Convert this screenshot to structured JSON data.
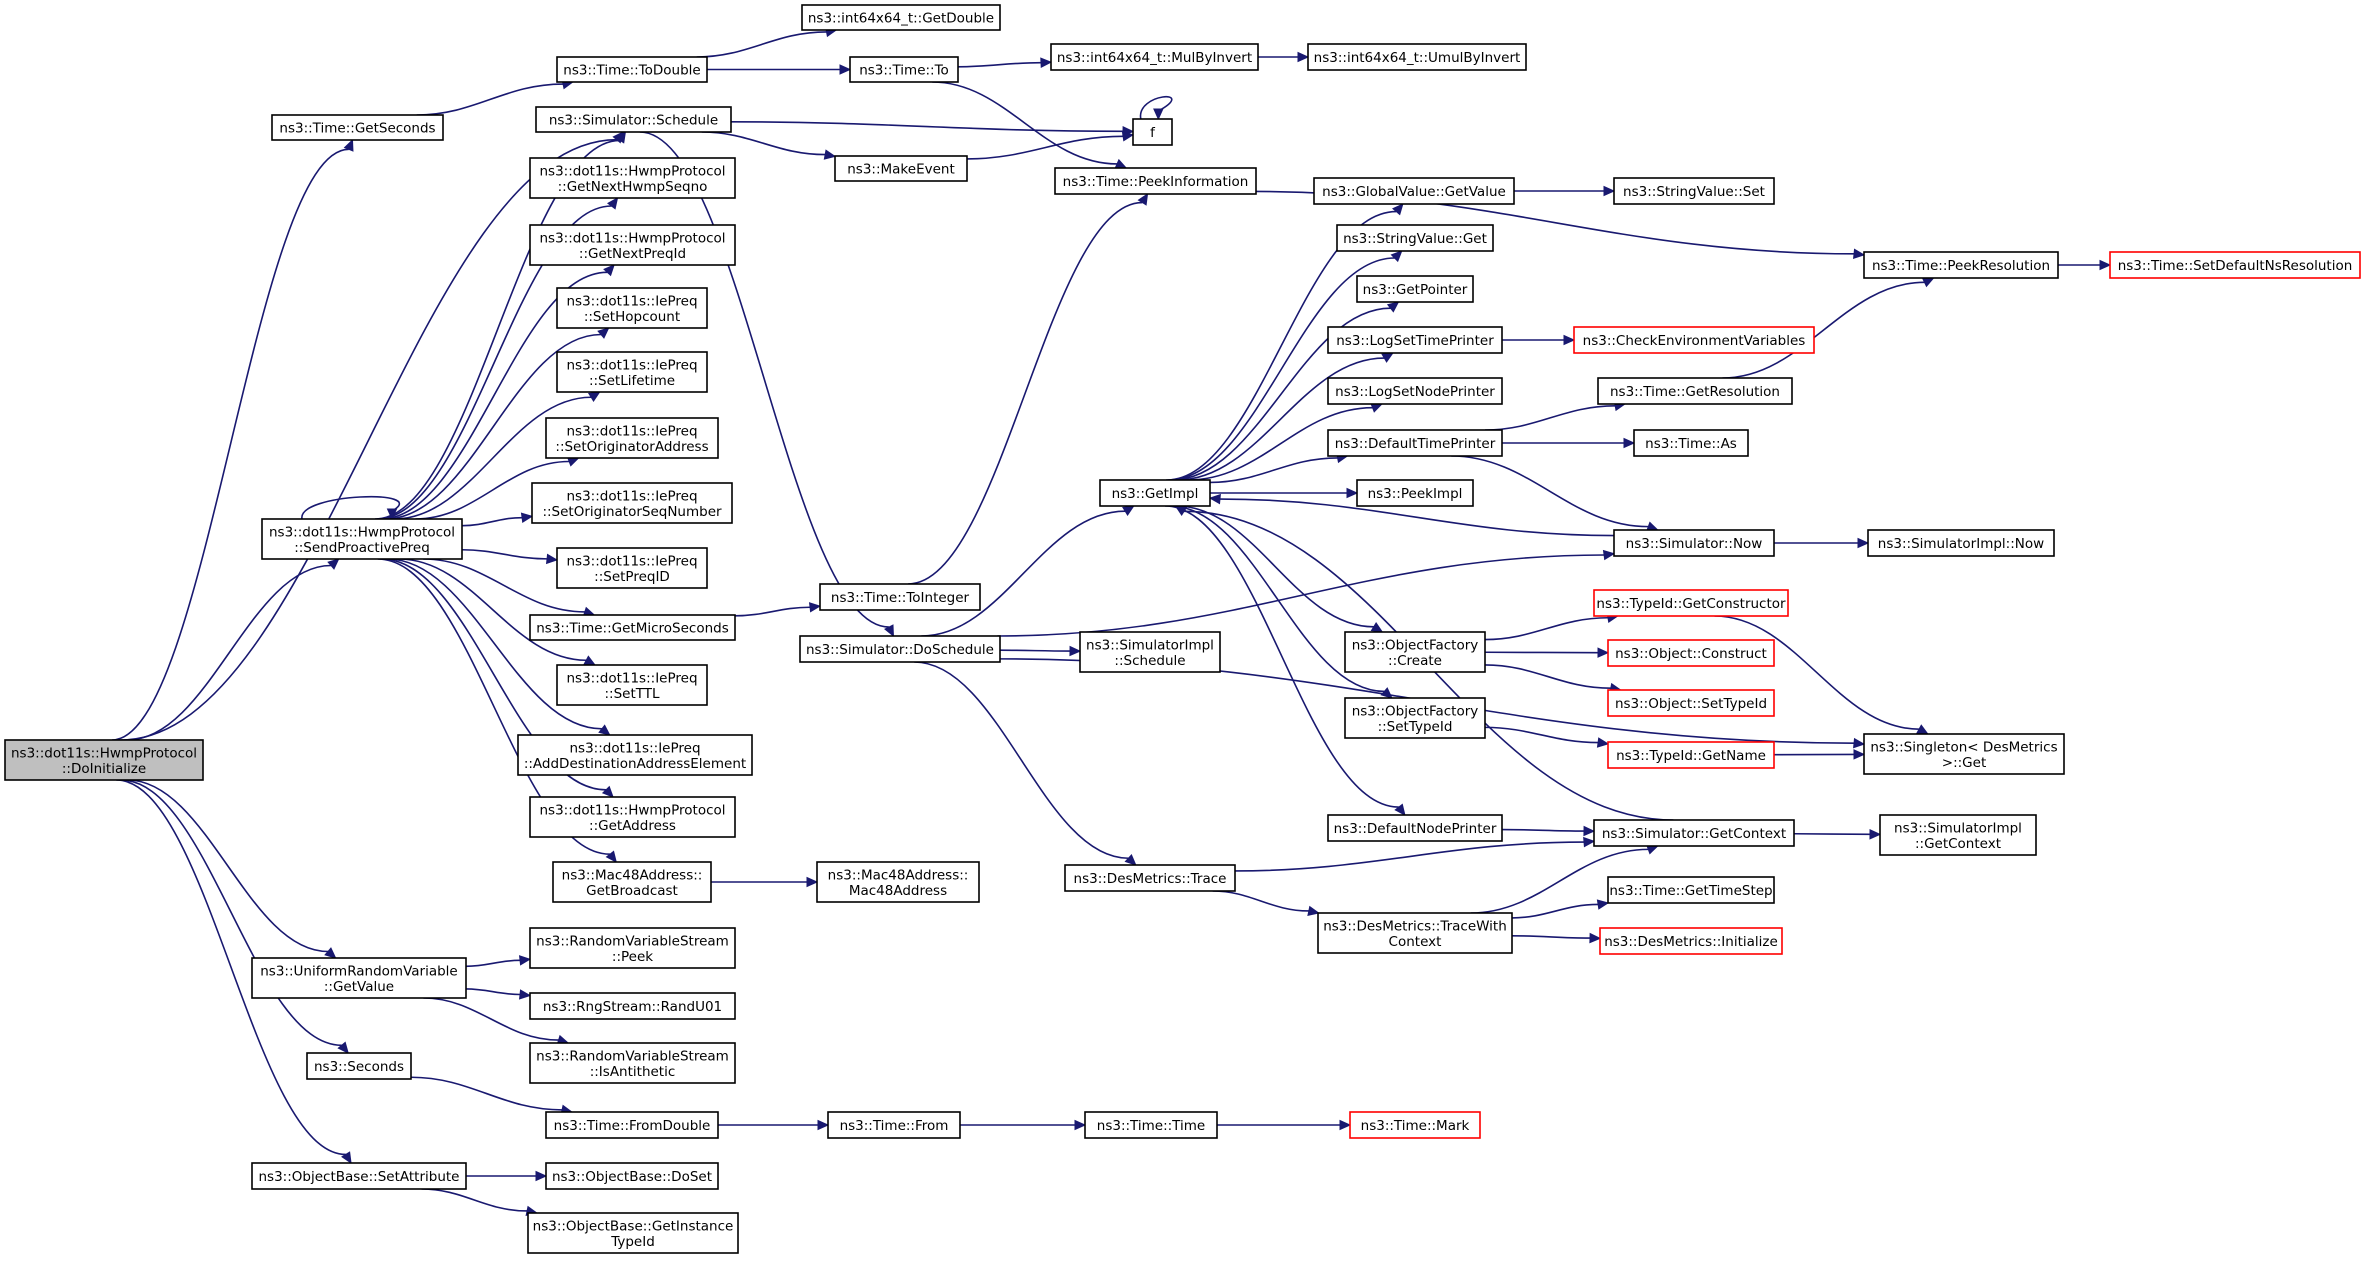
{
  "nodes": {
    "root": {
      "lines": [
        "ns3::dot11s::HwmpProtocol",
        "::DoInitialize"
      ],
      "color": "root"
    },
    "getSeconds": {
      "lines": [
        "ns3::Time::GetSeconds"
      ]
    },
    "toDouble": {
      "lines": [
        "ns3::Time::ToDouble"
      ]
    },
    "getDouble": {
      "lines": [
        "ns3::int64x64_t::GetDouble"
      ]
    },
    "timeTo": {
      "lines": [
        "ns3::Time::To"
      ]
    },
    "mulByInvert": {
      "lines": [
        "ns3::int64x64_t::MulByInvert"
      ]
    },
    "umulByInvert": {
      "lines": [
        "ns3::int64x64_t::UmulByInvert"
      ]
    },
    "schedule": {
      "lines": [
        "ns3::Simulator::Schedule"
      ]
    },
    "f": {
      "lines": [
        "f"
      ]
    },
    "makeEvent": {
      "lines": [
        "ns3::MakeEvent"
      ]
    },
    "peekInformation": {
      "lines": [
        "ns3::Time::PeekInformation"
      ]
    },
    "getNextHwmpSeqno": {
      "lines": [
        "ns3::dot11s::HwmpProtocol",
        "::GetNextHwmpSeqno"
      ]
    },
    "getNextPreqId": {
      "lines": [
        "ns3::dot11s::HwmpProtocol",
        "::GetNextPreqId"
      ]
    },
    "setHopcount": {
      "lines": [
        "ns3::dot11s::IePreq",
        "::SetHopcount"
      ]
    },
    "setLifetime": {
      "lines": [
        "ns3::dot11s::IePreq",
        "::SetLifetime"
      ]
    },
    "setOriginatorAddress": {
      "lines": [
        "ns3::dot11s::IePreq",
        "::SetOriginatorAddress"
      ]
    },
    "setOriginatorSeqNumber": {
      "lines": [
        "ns3::dot11s::IePreq",
        "::SetOriginatorSeqNumber"
      ]
    },
    "setPreqId": {
      "lines": [
        "ns3::dot11s::IePreq",
        "::SetPreqID"
      ]
    },
    "getMicroSeconds": {
      "lines": [
        "ns3::Time::GetMicroSeconds"
      ]
    },
    "setTtl": {
      "lines": [
        "ns3::dot11s::IePreq",
        "::SetTTL"
      ]
    },
    "addDest": {
      "lines": [
        "ns3::dot11s::IePreq",
        "::AddDestinationAddressElement"
      ]
    },
    "getAddress": {
      "lines": [
        "ns3::dot11s::HwmpProtocol",
        "::GetAddress"
      ]
    },
    "getBroadcast": {
      "lines": [
        "ns3::Mac48Address::",
        "GetBroadcast"
      ]
    },
    "mac48": {
      "lines": [
        "ns3::Mac48Address::",
        "Mac48Address"
      ]
    },
    "sendProactivePreq": {
      "lines": [
        "ns3::dot11s::HwmpProtocol",
        "::SendProactivePreq"
      ]
    },
    "toInteger": {
      "lines": [
        "ns3::Time::ToInteger"
      ]
    },
    "doSchedule": {
      "lines": [
        "ns3::Simulator::DoSchedule"
      ]
    },
    "simImplSchedule": {
      "lines": [
        "ns3::SimulatorImpl",
        "::Schedule"
      ]
    },
    "getImpl": {
      "lines": [
        "ns3::GetImpl"
      ]
    },
    "globalGetValue": {
      "lines": [
        "ns3::GlobalValue::GetValue"
      ]
    },
    "stringValueSet": {
      "lines": [
        "ns3::StringValue::Set"
      ]
    },
    "stringValueGet": {
      "lines": [
        "ns3::StringValue::Get"
      ]
    },
    "getPointer": {
      "lines": [
        "ns3::GetPointer"
      ]
    },
    "logSetTimePrinter": {
      "lines": [
        "ns3::LogSetTimePrinter"
      ]
    },
    "checkEnv": {
      "lines": [
        "ns3::CheckEnvironmentVariables"
      ],
      "color": "red"
    },
    "logSetNodePrinter": {
      "lines": [
        "ns3::LogSetNodePrinter"
      ]
    },
    "defaultTimePrinter": {
      "lines": [
        "ns3::DefaultTimePrinter"
      ]
    },
    "getResolution": {
      "lines": [
        "ns3::Time::GetResolution"
      ]
    },
    "timeAs": {
      "lines": [
        "ns3::Time::As"
      ]
    },
    "peekImpl": {
      "lines": [
        "ns3::PeekImpl"
      ]
    },
    "simNow": {
      "lines": [
        "ns3::Simulator::Now"
      ]
    },
    "simImplNow": {
      "lines": [
        "ns3::SimulatorImpl::Now"
      ]
    },
    "peekResolution": {
      "lines": [
        "ns3::Time::PeekResolution"
      ]
    },
    "setDefaultNsRes": {
      "lines": [
        "ns3::Time::SetDefaultNsResolution"
      ],
      "color": "red"
    },
    "objFactoryCreate": {
      "lines": [
        "ns3::ObjectFactory",
        "::Create"
      ]
    },
    "getConstructor": {
      "lines": [
        "ns3::TypeId::GetConstructor"
      ],
      "color": "red"
    },
    "objectConstruct": {
      "lines": [
        "ns3::Object::Construct"
      ],
      "color": "red"
    },
    "objectSetTypeId": {
      "lines": [
        "ns3::Object::SetTypeId"
      ],
      "color": "red"
    },
    "objFactorySetTypeId": {
      "lines": [
        "ns3::ObjectFactory",
        "::SetTypeId"
      ]
    },
    "typeIdGetName": {
      "lines": [
        "ns3::TypeId::GetName"
      ],
      "color": "red"
    },
    "singletonGet": {
      "lines": [
        "ns3::Singleton< DesMetrics",
        ">::Get"
      ]
    },
    "defaultNodePrinter": {
      "lines": [
        "ns3::DefaultNodePrinter"
      ]
    },
    "simGetContext": {
      "lines": [
        "ns3::Simulator::GetContext"
      ]
    },
    "simImplGetContext": {
      "lines": [
        "ns3::SimulatorImpl",
        "::GetContext"
      ]
    },
    "desMetricsTrace": {
      "lines": [
        "ns3::DesMetrics::Trace"
      ]
    },
    "traceWithContext": {
      "lines": [
        "ns3::DesMetrics::TraceWith",
        "Context"
      ]
    },
    "getTimeStep": {
      "lines": [
        "ns3::Time::GetTimeStep"
      ]
    },
    "desMetricsInit": {
      "lines": [
        "ns3::DesMetrics::Initialize"
      ],
      "color": "red"
    },
    "uniformGetValue": {
      "lines": [
        "ns3::UniformRandomVariable",
        "::GetValue"
      ]
    },
    "rvsPeek": {
      "lines": [
        "ns3::RandomVariableStream",
        "::Peek"
      ]
    },
    "randU01": {
      "lines": [
        "ns3::RngStream::RandU01"
      ]
    },
    "isAntithetic": {
      "lines": [
        "ns3::RandomVariableStream",
        "::IsAntithetic"
      ]
    },
    "seconds": {
      "lines": [
        "ns3::Seconds"
      ]
    },
    "fromDouble": {
      "lines": [
        "ns3::Time::FromDouble"
      ]
    },
    "timeFrom": {
      "lines": [
        "ns3::Time::From"
      ]
    },
    "timeTime": {
      "lines": [
        "ns3::Time::Time"
      ]
    },
    "timeMark": {
      "lines": [
        "ns3::Time::Mark"
      ],
      "color": "red"
    },
    "setAttribute": {
      "lines": [
        "ns3::ObjectBase::SetAttribute"
      ]
    },
    "doSet": {
      "lines": [
        "ns3::ObjectBase::DoSet"
      ]
    },
    "getInstanceTypeId": {
      "lines": [
        "ns3::ObjectBase::GetInstance",
        "TypeId"
      ]
    }
  },
  "edges": [
    [
      "root",
      "getSeconds"
    ],
    [
      "root",
      "schedule"
    ],
    [
      "root",
      "sendProactivePreq"
    ],
    [
      "root",
      "uniformGetValue"
    ],
    [
      "root",
      "seconds"
    ],
    [
      "root",
      "setAttribute"
    ],
    [
      "getSeconds",
      "toDouble"
    ],
    [
      "toDouble",
      "getDouble"
    ],
    [
      "toDouble",
      "timeTo"
    ],
    [
      "timeTo",
      "mulByInvert"
    ],
    [
      "timeTo",
      "peekInformation"
    ],
    [
      "mulByInvert",
      "umulByInvert"
    ],
    [
      "schedule",
      "f"
    ],
    [
      "schedule",
      "makeEvent"
    ],
    [
      "schedule",
      "doSchedule"
    ],
    [
      "makeEvent",
      "f"
    ],
    [
      "f",
      "f"
    ],
    [
      "peekInformation",
      "peekResolution"
    ],
    [
      "sendProactivePreq",
      "sendProactivePreq"
    ],
    [
      "sendProactivePreq",
      "schedule"
    ],
    [
      "sendProactivePreq",
      "getNextHwmpSeqno"
    ],
    [
      "sendProactivePreq",
      "getNextPreqId"
    ],
    [
      "sendProactivePreq",
      "setHopcount"
    ],
    [
      "sendProactivePreq",
      "setLifetime"
    ],
    [
      "sendProactivePreq",
      "setOriginatorAddress"
    ],
    [
      "sendProactivePreq",
      "setOriginatorSeqNumber"
    ],
    [
      "sendProactivePreq",
      "setPreqId"
    ],
    [
      "sendProactivePreq",
      "getMicroSeconds"
    ],
    [
      "sendProactivePreq",
      "setTtl"
    ],
    [
      "sendProactivePreq",
      "addDest"
    ],
    [
      "sendProactivePreq",
      "getAddress"
    ],
    [
      "sendProactivePreq",
      "getBroadcast"
    ],
    [
      "getMicroSeconds",
      "toInteger"
    ],
    [
      "toInteger",
      "peekInformation"
    ],
    [
      "getBroadcast",
      "mac48"
    ],
    [
      "doSchedule",
      "simImplSchedule"
    ],
    [
      "doSchedule",
      "getImpl"
    ],
    [
      "doSchedule",
      "simNow"
    ],
    [
      "doSchedule",
      "desMetricsTrace"
    ],
    [
      "doSchedule",
      "singletonGet"
    ],
    [
      "getImpl",
      "globalGetValue"
    ],
    [
      "getImpl",
      "stringValueGet"
    ],
    [
      "getImpl",
      "getPointer"
    ],
    [
      "getImpl",
      "logSetTimePrinter"
    ],
    [
      "getImpl",
      "logSetNodePrinter"
    ],
    [
      "getImpl",
      "defaultTimePrinter"
    ],
    [
      "getImpl",
      "peekImpl"
    ],
    [
      "getImpl",
      "objFactoryCreate"
    ],
    [
      "getImpl",
      "objFactorySetTypeId"
    ],
    [
      "getImpl",
      "defaultNodePrinter"
    ],
    [
      "globalGetValue",
      "stringValueSet"
    ],
    [
      "logSetTimePrinter",
      "checkEnv"
    ],
    [
      "defaultTimePrinter",
      "getResolution"
    ],
    [
      "defaultTimePrinter",
      "timeAs"
    ],
    [
      "defaultTimePrinter",
      "simNow"
    ],
    [
      "getResolution",
      "peekResolution"
    ],
    [
      "peekResolution",
      "setDefaultNsRes"
    ],
    [
      "simNow",
      "getImpl"
    ],
    [
      "simNow",
      "simImplNow"
    ],
    [
      "objFactoryCreate",
      "getConstructor"
    ],
    [
      "objFactoryCreate",
      "objectConstruct"
    ],
    [
      "objFactoryCreate",
      "objectSetTypeId"
    ],
    [
      "getConstructor",
      "singletonGet"
    ],
    [
      "objFactorySetTypeId",
      "typeIdGetName"
    ],
    [
      "typeIdGetName",
      "singletonGet"
    ],
    [
      "defaultNodePrinter",
      "simGetContext"
    ],
    [
      "simGetContext",
      "getImpl"
    ],
    [
      "simGetContext",
      "simImplGetContext"
    ],
    [
      "desMetricsTrace",
      "simGetContext"
    ],
    [
      "desMetricsTrace",
      "traceWithContext"
    ],
    [
      "traceWithContext",
      "simGetContext"
    ],
    [
      "traceWithContext",
      "getTimeStep"
    ],
    [
      "traceWithContext",
      "desMetricsInit"
    ],
    [
      "uniformGetValue",
      "rvsPeek"
    ],
    [
      "uniformGetValue",
      "randU01"
    ],
    [
      "uniformGetValue",
      "isAntithetic"
    ],
    [
      "seconds",
      "fromDouble"
    ],
    [
      "fromDouble",
      "timeFrom"
    ],
    [
      "timeFrom",
      "timeTime"
    ],
    [
      "timeTime",
      "timeMark"
    ],
    [
      "setAttribute",
      "doSet"
    ],
    [
      "setAttribute",
      "getInstanceTypeId"
    ]
  ]
}
